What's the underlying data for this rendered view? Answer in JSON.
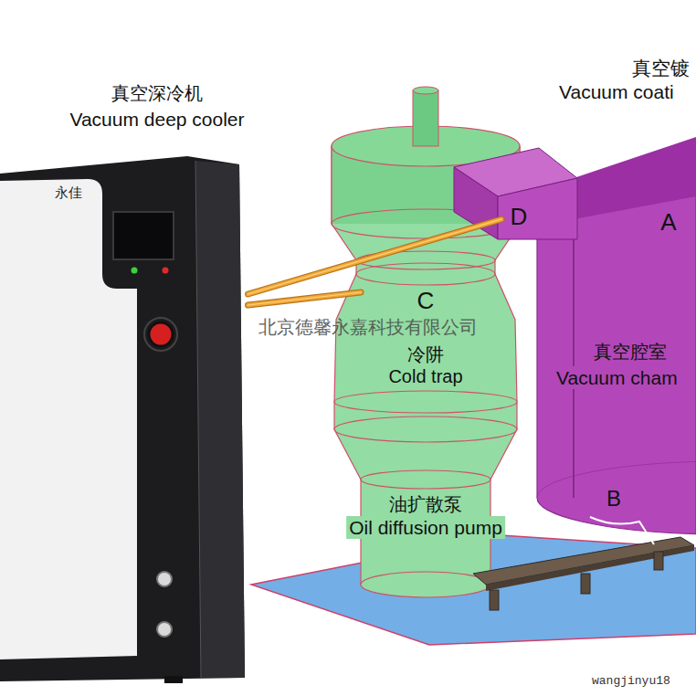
{
  "diagram": {
    "nodes": [
      {
        "text": [
          "真空深冷机",
          "Vacuum deep cooler"
        ]
      },
      {
        "text": [
          "C",
          "冷阱",
          "Cold trap"
        ]
      },
      {
        "text": [
          "D"
        ]
      },
      {
        "text": [
          "A",
          "真空腔室",
          "Vacuum cham"
        ]
      },
      {
        "text": [
          "油扩散泵",
          "Oil diffusion pump"
        ]
      }
    ],
    "edges": [
      {
        "from": 0,
        "to": 2,
        "arrow": "none"
      },
      {
        "from": 0,
        "to": 1,
        "arrow": "none"
      }
    ],
    "labels": [
      "真空镀",
      "Vacuum coati",
      "永佳",
      "北京德馨永嘉科技有限公司",
      "B",
      "wangjinyu18"
    ]
  }
}
